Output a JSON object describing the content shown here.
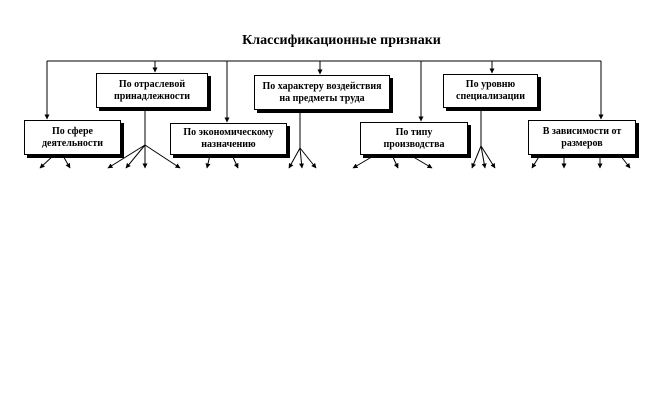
{
  "title": "Классификационные признаки",
  "boxes": {
    "sphere": "По сфере деятельности",
    "industry": "По отраслевой принадлежности",
    "economic": "По экономическому назначению",
    "impact": "По характеру воздействия на предметы труда",
    "production_type": "По типу производства",
    "specialization": "По уровню специализации",
    "size": "В зависимости от размеров"
  }
}
